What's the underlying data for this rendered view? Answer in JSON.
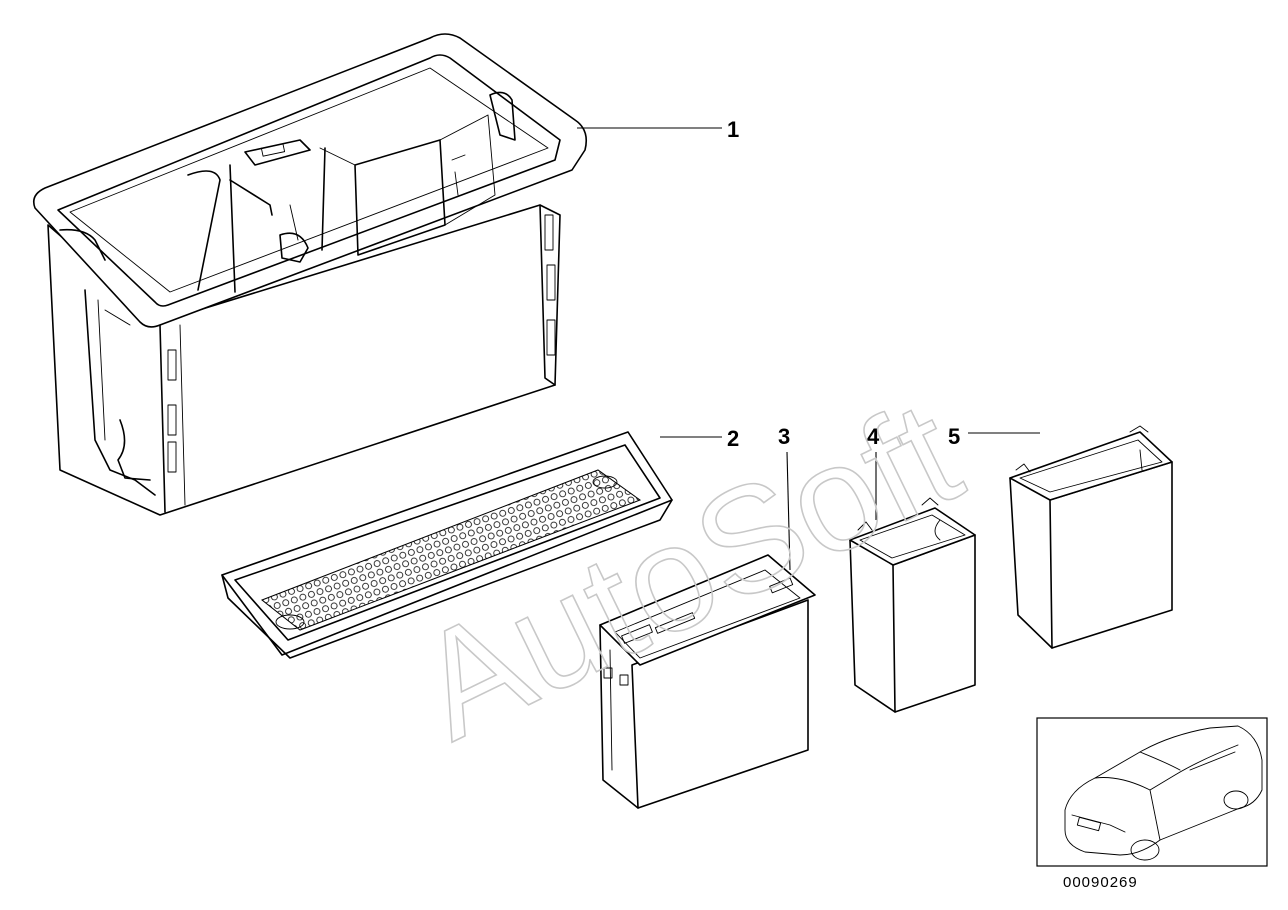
{
  "callouts": [
    {
      "id": "part-1",
      "label": "1"
    },
    {
      "id": "part-2",
      "label": "2"
    },
    {
      "id": "part-3",
      "label": "3"
    },
    {
      "id": "part-4",
      "label": "4"
    },
    {
      "id": "part-5",
      "label": "5"
    }
  ],
  "watermark": "AutoSoft",
  "diagram_number": "00090269",
  "vehicle_thumbnail": "car-outline-icon",
  "colors": {
    "line": "#000000",
    "background": "#ffffff",
    "watermark": "#c8c8c8",
    "hatch": "#888888"
  }
}
